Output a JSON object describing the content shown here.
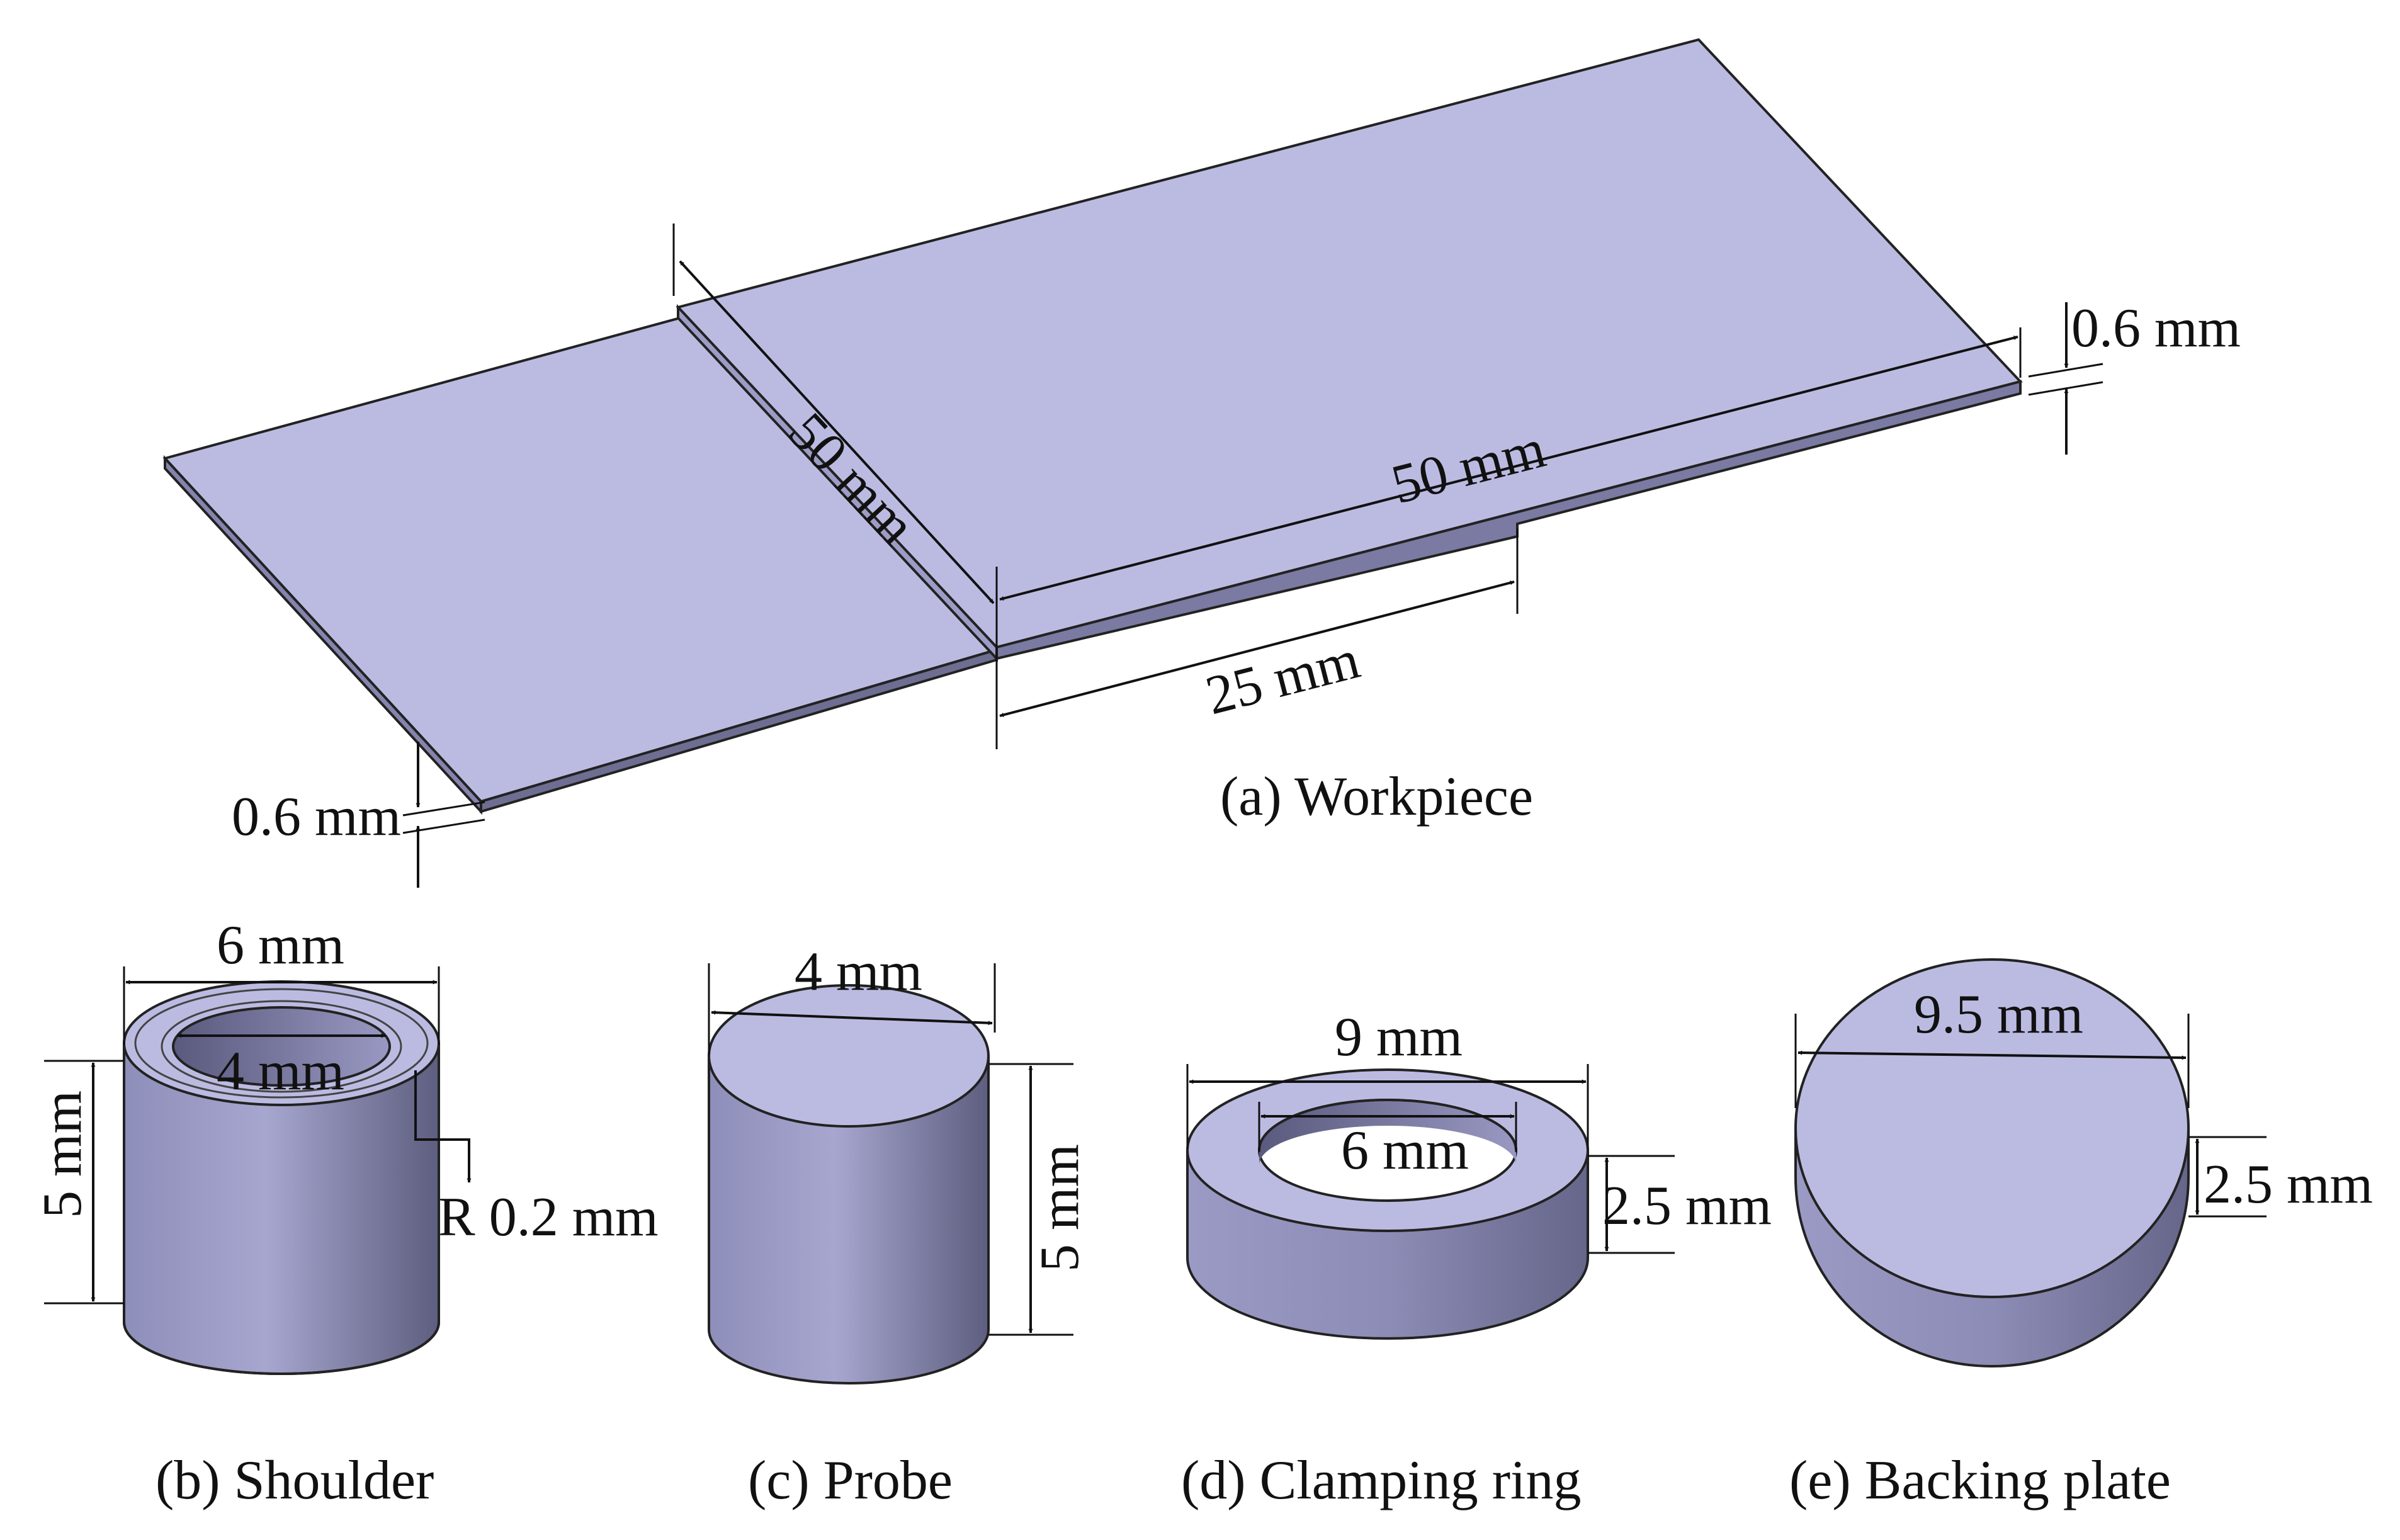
{
  "colors": {
    "face_top": "#BBBBE2",
    "face_side_dark": "#6E6E92",
    "face_side_mid": "#9C9CC6",
    "edge": "#222222"
  },
  "workpiece": {
    "caption": "(a) Workpiece",
    "dims": {
      "thickness_right": "0.6 mm",
      "thickness_left": "0.6 mm",
      "width": "50 mm",
      "length": "50 mm",
      "overlap": "25 mm"
    }
  },
  "shoulder": {
    "caption": "(b) Shoulder",
    "dims": {
      "outer": "6 mm",
      "inner": "4 mm",
      "height": "5 mm",
      "fillet": "R 0.2 mm"
    }
  },
  "probe": {
    "caption": "(c) Probe",
    "dims": {
      "diameter": "4 mm",
      "height": "5 mm"
    }
  },
  "clamping_ring": {
    "caption": "(d) Clamping ring",
    "dims": {
      "outer": "9 mm",
      "inner": "6 mm",
      "height": "2.5 mm"
    }
  },
  "backing_plate": {
    "caption": "(e) Backing plate",
    "dims": {
      "diameter": "9.5 mm",
      "height": "2.5 mm"
    }
  }
}
